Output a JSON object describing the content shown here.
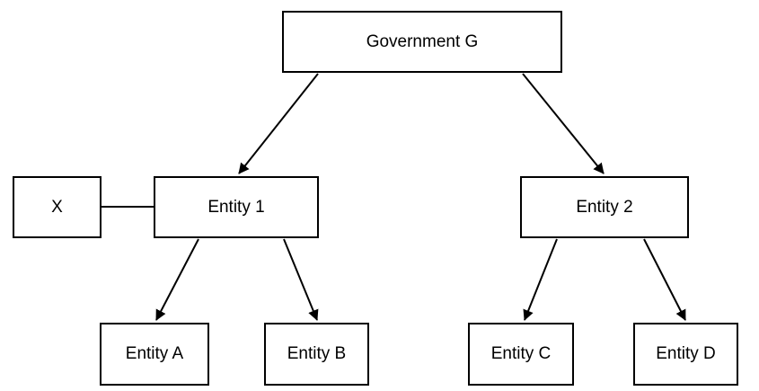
{
  "diagram": {
    "nodes": {
      "government": "Government G",
      "x": "X",
      "entity1": "Entity 1",
      "entity2": "Entity 2",
      "entityA": "Entity A",
      "entityB": "Entity B",
      "entityC": "Entity C",
      "entityD": "Entity D"
    },
    "edges": [
      {
        "from": "Government G",
        "to": "Entity 1",
        "arrow": true
      },
      {
        "from": "Government G",
        "to": "Entity 2",
        "arrow": true
      },
      {
        "from": "X",
        "to": "Entity 1",
        "arrow": false
      },
      {
        "from": "Entity 1",
        "to": "Entity A",
        "arrow": true
      },
      {
        "from": "Entity 1",
        "to": "Entity B",
        "arrow": true
      },
      {
        "from": "Entity 2",
        "to": "Entity C",
        "arrow": true
      },
      {
        "from": "Entity 2",
        "to": "Entity D",
        "arrow": true
      }
    ]
  }
}
